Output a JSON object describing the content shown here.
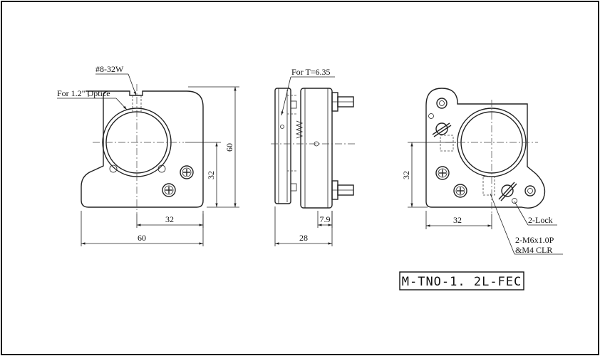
{
  "part_number": "M-TNO-1. 2L-FEC",
  "front_view": {
    "label_thread": "#8-32W",
    "label_optics": "For 1.2\" Optice",
    "dim_width": "60",
    "dim_height": "60",
    "dim_center_x": "32",
    "dim_center_y": "32"
  },
  "side_view": {
    "label_thickness": "For T=6.35",
    "dim_depth": "28",
    "dim_offset": "7.9"
  },
  "back_view": {
    "dim_center_x": "32",
    "dim_center_y": "32",
    "label_lock": "2-Lock",
    "label_screw_line1": "2-M6x1.0P",
    "label_screw_line2": "&M4 CLR"
  }
}
